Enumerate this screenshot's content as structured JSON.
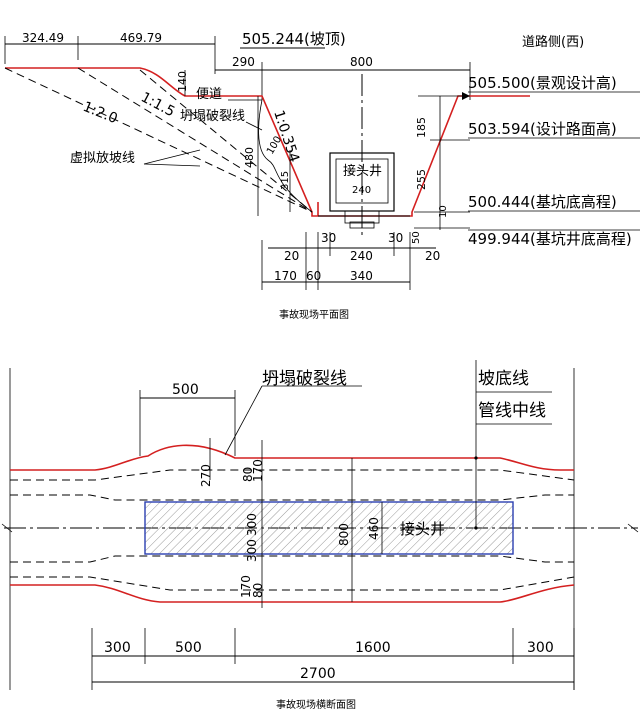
{
  "section": {
    "caption": "事故现场平面图",
    "top_dims": [
      "324.49",
      "469.79"
    ],
    "crest_elev": "505.244(坡顶)",
    "top_290": "290",
    "top_800": "800",
    "road_side": "道路侧(西)",
    "elev_505500": "505.500(景观设计高)",
    "elev_503594": "503.594(设计路面高)",
    "elev_500444": "500.444(基坑底高程)",
    "elev_499944": "499.944(基坑井底高程)",
    "slope_12": "1:2.0",
    "slope_115": "1:1.5",
    "slope_10354": "1:0.354",
    "left_140": "140",
    "left_480": "480",
    "left_315": "315",
    "left_100": "100",
    "right_185": "185",
    "right_255": "255",
    "right_10": "10",
    "right_50": "50",
    "path_label": "便道",
    "collapse_label": "坍塌破裂线",
    "virtual_slope_label": "虚拟放坡线",
    "well_label": "接头井",
    "well_240": "240",
    "b_20a": "20",
    "b_30a": "30",
    "b_240": "240",
    "b_30b": "30",
    "b_20b": "20",
    "b_170": "170",
    "b_60": "60",
    "b_340": "340"
  },
  "plan": {
    "caption": "事故现场横断面图",
    "dim_500_top": "500",
    "collapse_label": "坍塌破裂线",
    "toe_line_label": "坡底线",
    "pipe_center_label": "管线中线",
    "v_270": "270",
    "v_80": "80",
    "v_170a": "170",
    "v_300a": "300",
    "v_300b": "300",
    "v_170b": "170",
    "v_80b": "80",
    "v_800": "800",
    "v_460": "460",
    "well_label": "接头井",
    "d_300a": "300",
    "d_500": "500",
    "d_1600": "1600",
    "d_300b": "300",
    "d_2700": "2700"
  }
}
